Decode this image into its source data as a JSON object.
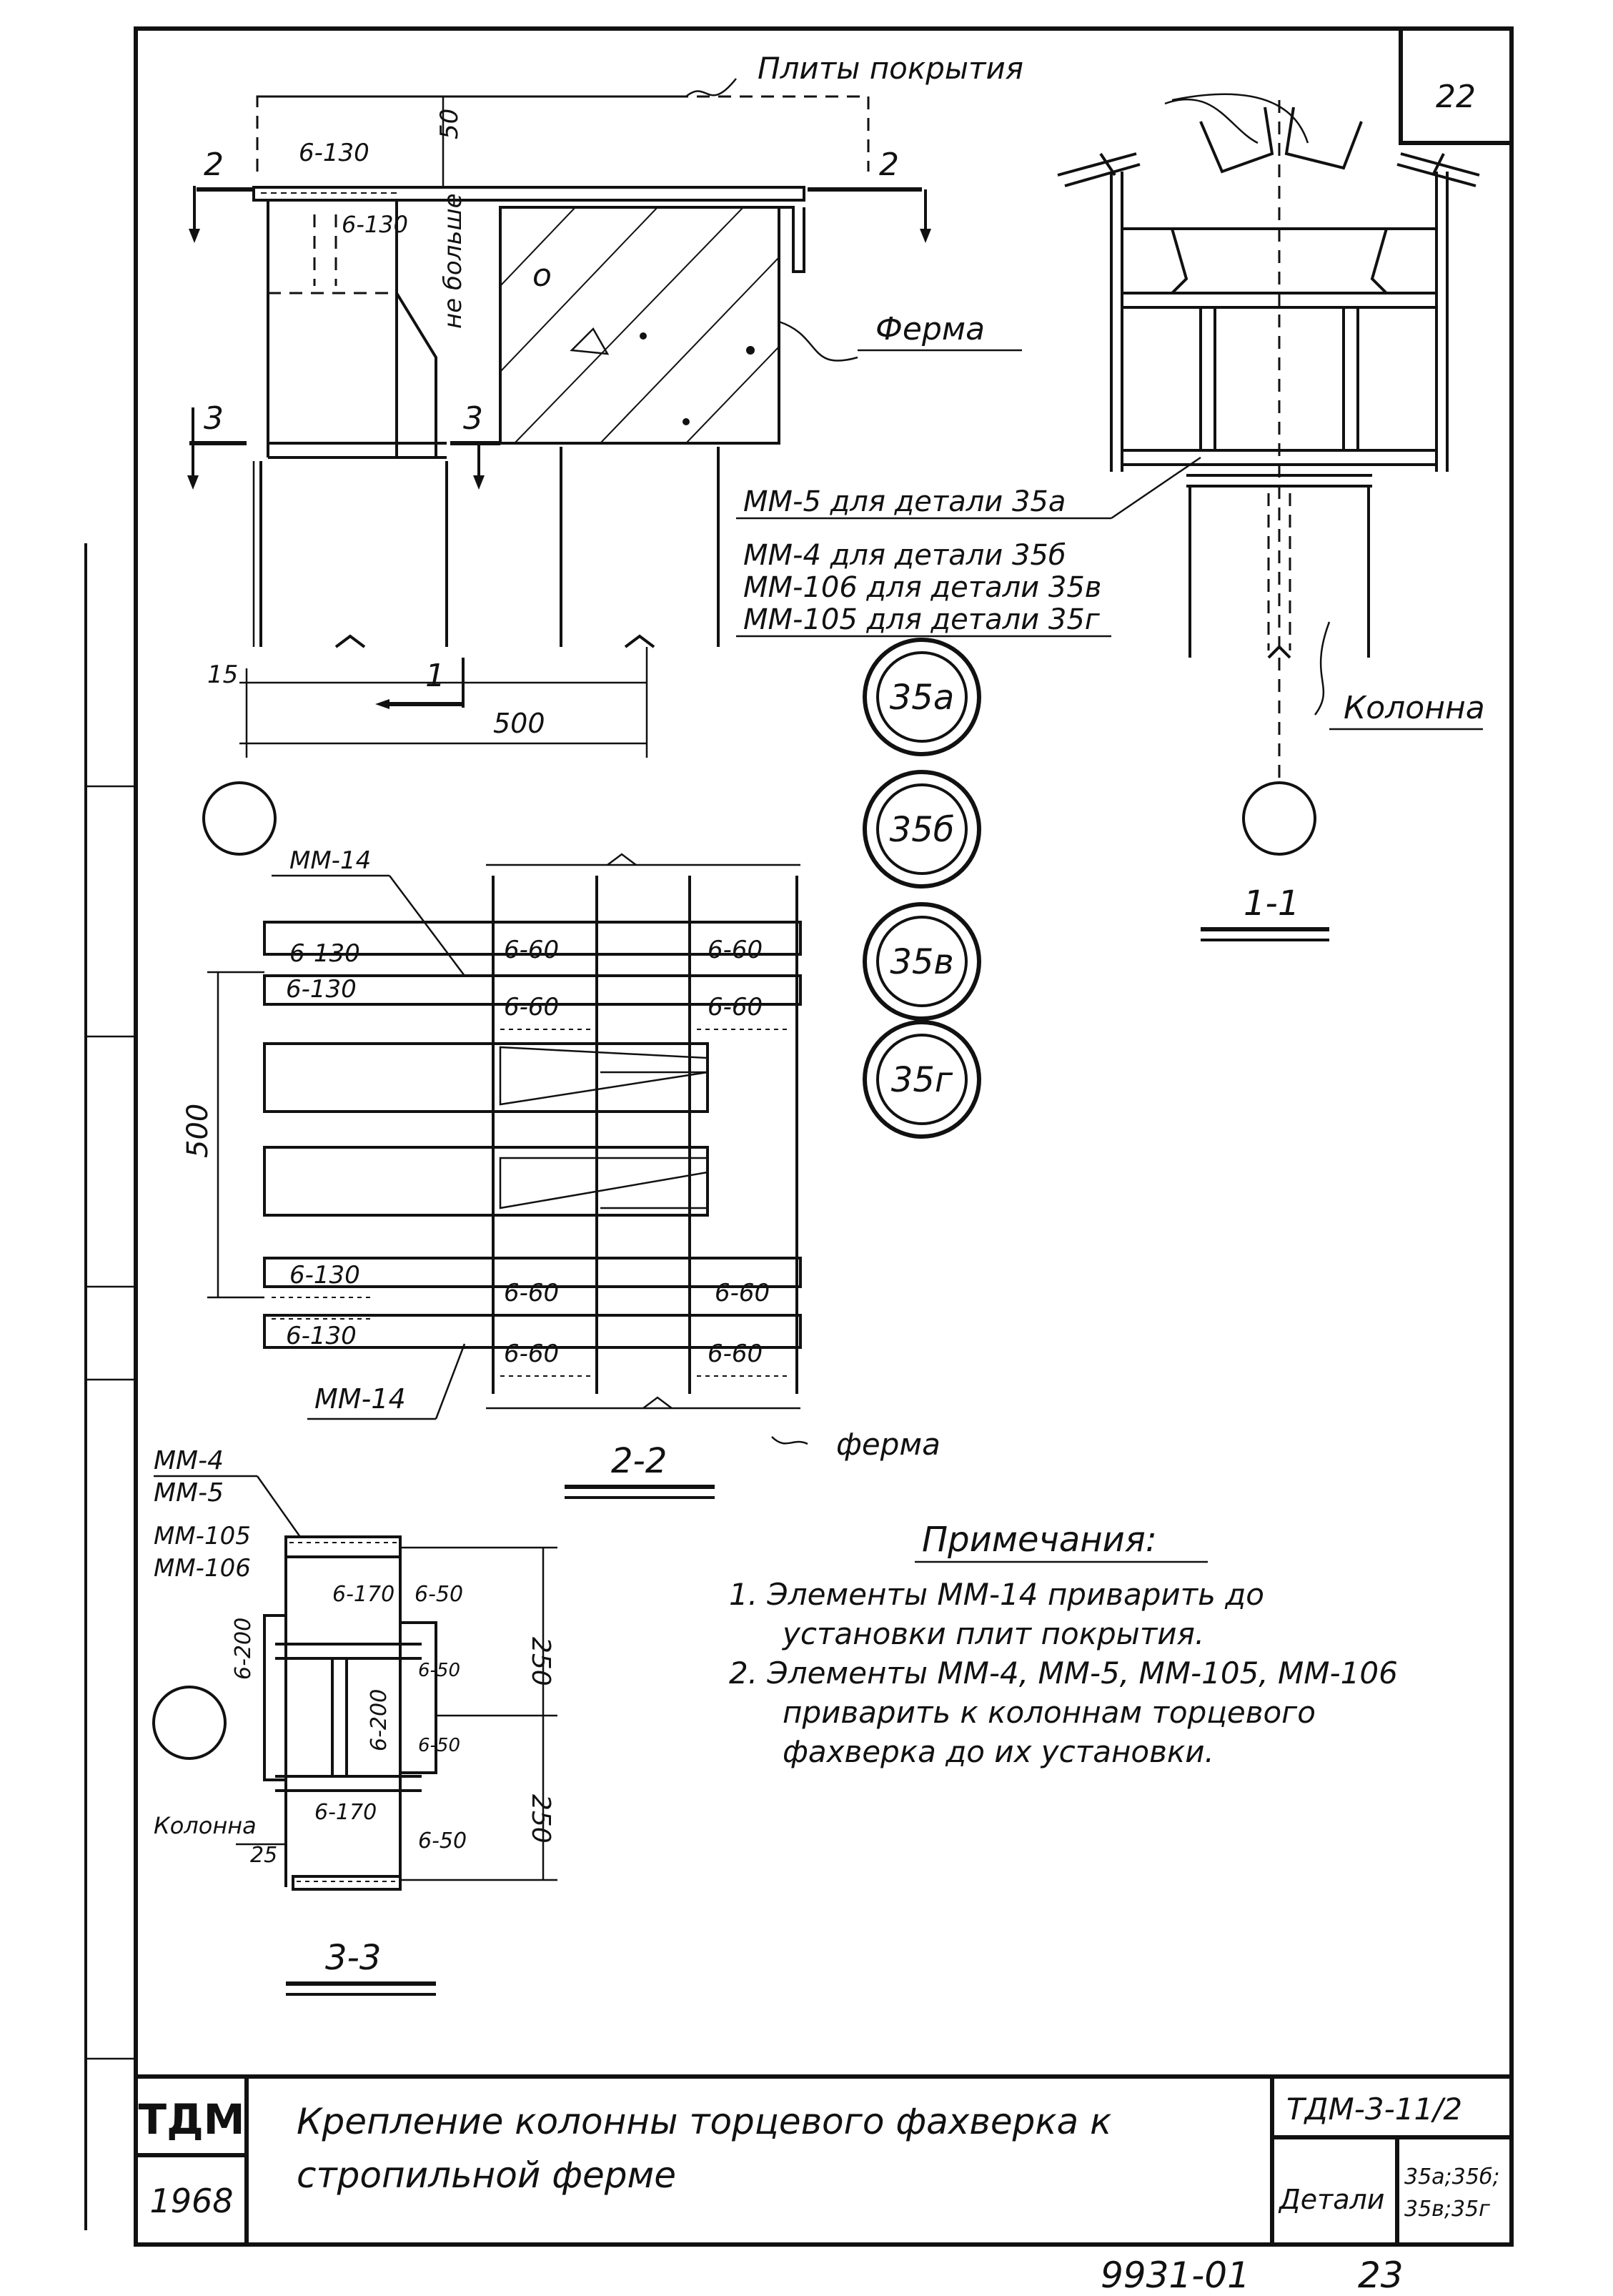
{
  "sheet": {
    "number": "22",
    "code": "ТДМ-3-11/2",
    "org": "ТДМ",
    "year": "1968",
    "title_line1": "Крепление колонны торцевого фахверка к",
    "title_line2": "стропильной ферме",
    "type_label": "Детали",
    "details_line1": "35а;35б;",
    "details_line2": "35в;35г",
    "album": "9931-01",
    "page": "23"
  },
  "top_view": {
    "slabs_label": "Плиты покрытия",
    "truss_label": "Ферма",
    "max_label": "не больше",
    "dim_50": "50",
    "weld_top": "6-130",
    "weld_second": "6-130",
    "section_2": "2",
    "section_3": "3",
    "section_1": "1",
    "dim_15": "15",
    "dim_500": "500"
  },
  "element_legend": [
    "ММ-5 для детали 35а",
    "ММ-4 для детали 35б",
    "ММ-106 для детали 35в",
    "ММ-105 для детали 35г"
  ],
  "detail_markers": [
    "35а",
    "35б",
    "35в",
    "35г"
  ],
  "section_1_1": {
    "title": "1-1",
    "column_label": "Колонна"
  },
  "section_2_2": {
    "title": "2-2",
    "mm14_top": "ММ-14",
    "mm14_bottom": "ММ-14",
    "truss_label": "ферма",
    "dim_500": "500",
    "welds_left": [
      "6-130",
      "6-130",
      "6-130",
      "6-130"
    ],
    "welds_center": [
      "6-60",
      "6-60",
      "6-60",
      "6-60"
    ],
    "welds_right": [
      "6-60",
      "6-60",
      "6-60",
      "6-60"
    ]
  },
  "section_3_3": {
    "title": "3-3",
    "elements": [
      "ММ-4",
      "ММ-5",
      "ММ-105",
      "ММ-106"
    ],
    "column_label": "Колонна",
    "dim_25": "25",
    "dim_250_top": "250",
    "dim_250_bottom": "250",
    "weld_6_170_top": "6-170",
    "weld_6_170_bottom": "6-170",
    "weld_6_200_left": "6-200",
    "weld_6_200_center": "6-200",
    "welds_6_50": [
      "6-50",
      "6-50",
      "6-50",
      "6-50"
    ]
  },
  "notes": {
    "heading": "Примечания:",
    "n1_line1": "1. Элементы ММ-14 приварить до",
    "n1_line2": "установки плит покрытия.",
    "n2_line1": "2. Элементы ММ-4, ММ-5, ММ-105, ММ-106",
    "n2_line2": "приварить к колоннам торцевого",
    "n2_line3": "фахверка до их установки."
  }
}
